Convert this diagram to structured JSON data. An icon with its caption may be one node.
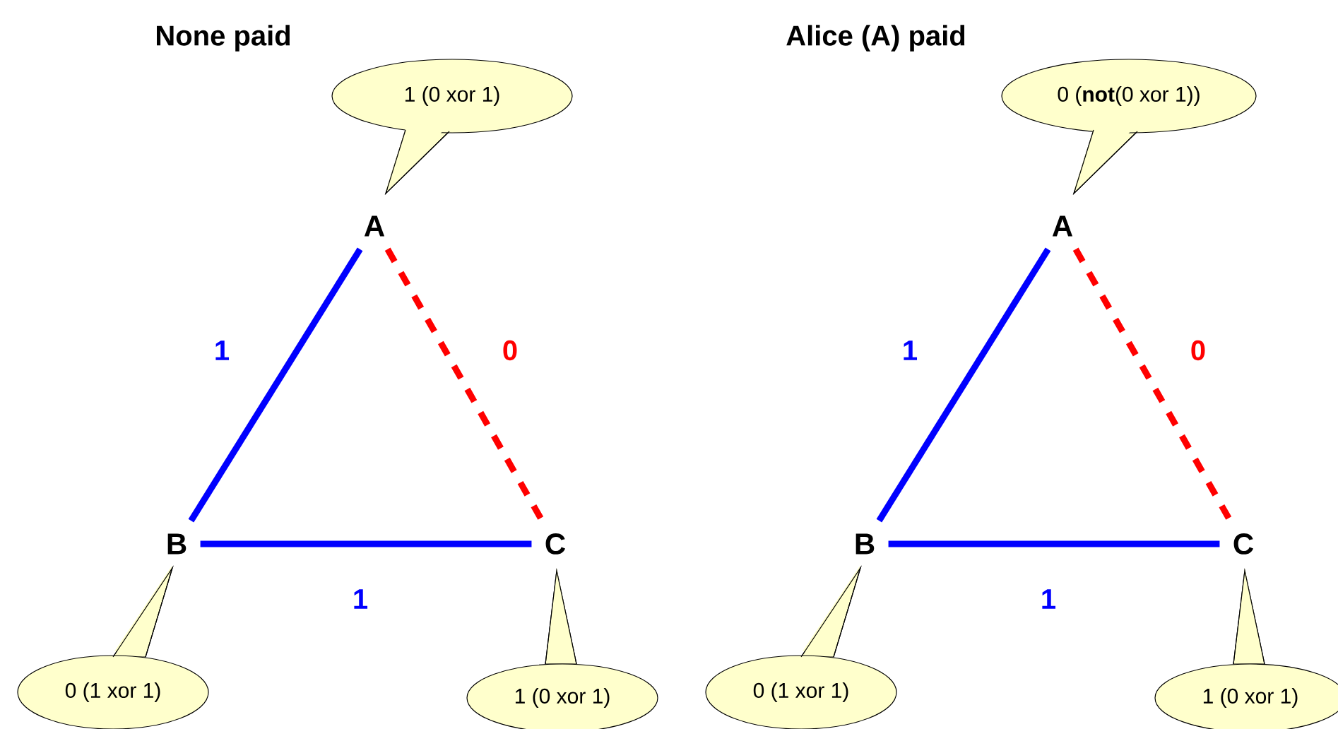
{
  "diagram": {
    "nodes": [
      {
        "text": [
          "1 (0 xor 1)"
        ]
      },
      {
        "text": [
          "A"
        ]
      },
      {
        "text": [
          "B"
        ]
      },
      {
        "text": [
          "C"
        ]
      },
      {
        "text": [
          "0 (1 xor 1)"
        ]
      },
      {
        "text": [
          "1 (0 xor 1)"
        ]
      },
      {
        "text": [
          "0 (**not**(0 xor 1))"
        ]
      },
      {
        "text": [
          "A"
        ]
      },
      {
        "text": [
          "B"
        ]
      },
      {
        "text": [
          "C"
        ]
      },
      {
        "text": [
          "0 (1 xor 1)"
        ]
      },
      {
        "text": [
          "1 (0 xor 1)"
        ]
      }
    ],
    "edges": [
      {
        "from": 1,
        "to": 2,
        "arrow": "none",
        "label": "1"
      },
      {
        "from": 1,
        "to": 3,
        "arrow": "none",
        "label": "0",
        "style": "dashed",
        "color": "#ff0000"
      },
      {
        "from": 2,
        "to": 3,
        "arrow": "none",
        "label": "1"
      },
      {
        "from": 7,
        "to": 8,
        "arrow": "none",
        "label": "1"
      },
      {
        "from": 7,
        "to": 9,
        "arrow": "none",
        "label": "0",
        "style": "dashed",
        "color": "#ff0000"
      },
      {
        "from": 8,
        "to": 9,
        "arrow": "none",
        "label": "1"
      }
    ],
    "labels": [
      "None paid",
      "Alice (A) paid"
    ]
  }
}
